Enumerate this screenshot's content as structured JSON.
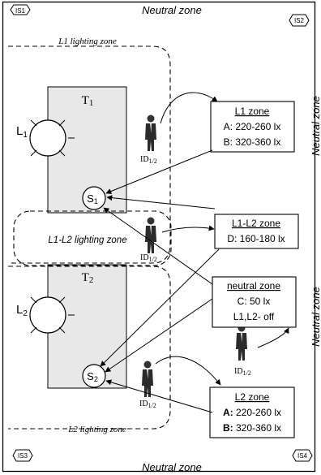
{
  "zones": {
    "top_neutral": "Neutral zone",
    "bottom_neutral": "Neutral zone",
    "right_neutral_upper": "Neutral zone",
    "right_neutral_lower": "Neutral zone",
    "l1_lighting": "L1 lighting zone",
    "l1l2_lighting": "L1-L2 lighting zone",
    "l2_lighting": "L2 lighting zone"
  },
  "sensors": {
    "is1": "IS1",
    "is2": "IS2",
    "is3": "IS3",
    "is4": "IS4"
  },
  "tables": {
    "t1": {
      "main": "T",
      "sub": "1"
    },
    "t2": {
      "main": "T",
      "sub": "2"
    }
  },
  "lamps": {
    "l1": {
      "main": "L",
      "sub": "1"
    },
    "l2": {
      "main": "L",
      "sub": "2"
    }
  },
  "switches": {
    "s1": {
      "main": "S",
      "sub": "1"
    },
    "s2": {
      "main": "S",
      "sub": "2"
    }
  },
  "persons": {
    "label_main": "ID",
    "label_sub": "1/2"
  },
  "boxes": {
    "l1_zone": {
      "title": "L1 zone",
      "lines": [
        "A: 220-260 lx",
        "B: 320-360 lx"
      ]
    },
    "l1l2_zone": {
      "title": "L1-L2 zone",
      "lines": [
        "D: 160-180 lx"
      ]
    },
    "neutral_zone": {
      "title": "neutral zone",
      "lines": [
        "C: 50 lx",
        "L1,L2- off"
      ]
    },
    "l2_zone": {
      "title": "L2 zone",
      "lines": [
        {
          "key": "A:",
          "value": " 220-260 lx"
        },
        {
          "key": "B:",
          "value": " 320-360 lx"
        }
      ]
    }
  }
}
